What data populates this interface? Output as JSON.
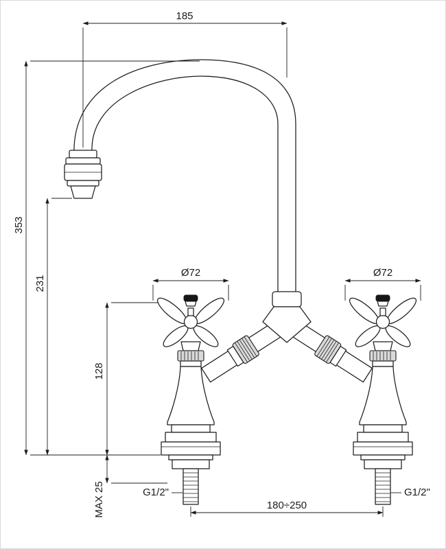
{
  "colors": {
    "line": "#1c1c1e",
    "background": "#ffffff",
    "handle_cap": "#161616"
  },
  "drawing": {
    "type": "faucet-technical-dimension-drawing",
    "dims": {
      "spout_reach": "185",
      "total_height": "353",
      "spout_outlet_height": "231",
      "handle_top_height": "128",
      "max_deck_thickness": "MAX 25",
      "left_handle_diameter": "Ø72",
      "right_handle_diameter": "Ø72",
      "left_thread": "G1/2\"",
      "right_thread": "G1/2\"",
      "hole_center_distance": "180÷250"
    }
  }
}
